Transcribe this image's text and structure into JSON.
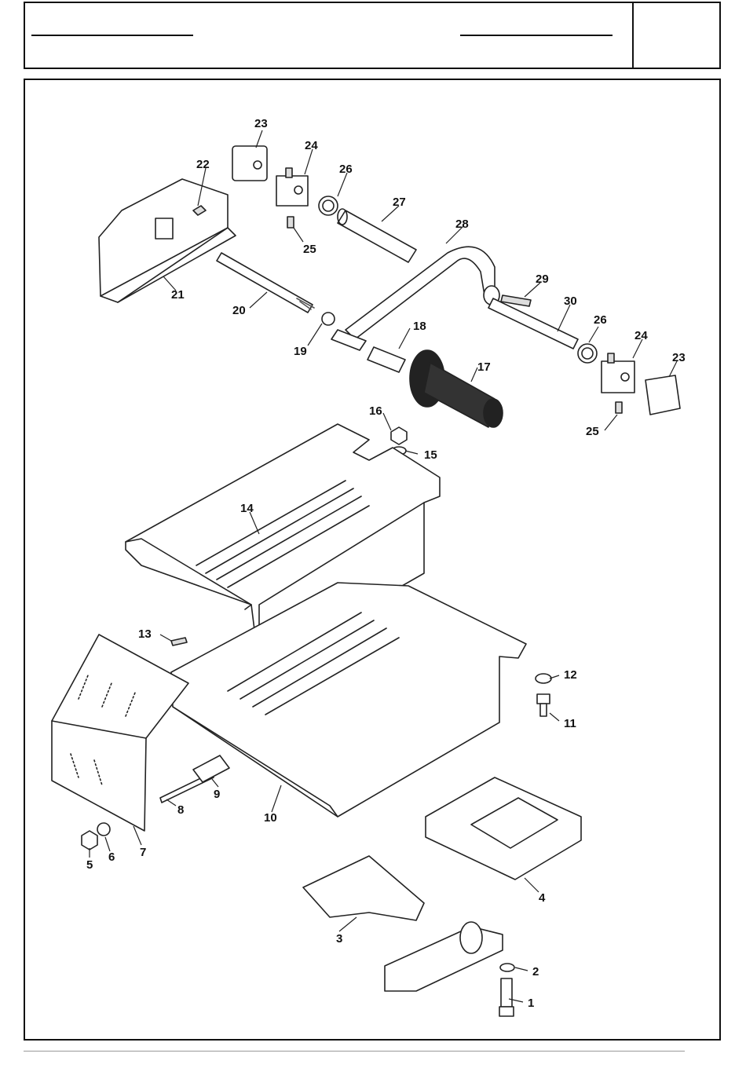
{
  "header": {
    "left_field": "",
    "right_field": "",
    "page_box": ""
  },
  "parts": [
    {
      "n": "1"
    },
    {
      "n": "2"
    },
    {
      "n": "3"
    },
    {
      "n": "4"
    },
    {
      "n": "5"
    },
    {
      "n": "6"
    },
    {
      "n": "7"
    },
    {
      "n": "8"
    },
    {
      "n": "9"
    },
    {
      "n": "10"
    },
    {
      "n": "11"
    },
    {
      "n": "12"
    },
    {
      "n": "13"
    },
    {
      "n": "14"
    },
    {
      "n": "15"
    },
    {
      "n": "16"
    },
    {
      "n": "17"
    },
    {
      "n": "18"
    },
    {
      "n": "19"
    },
    {
      "n": "20"
    },
    {
      "n": "21"
    },
    {
      "n": "22"
    },
    {
      "n": "23"
    },
    {
      "n": "24"
    },
    {
      "n": "25"
    },
    {
      "n": "26"
    },
    {
      "n": "27"
    },
    {
      "n": "28"
    },
    {
      "n": "29"
    },
    {
      "n": "30"
    }
  ],
  "callouts": [
    {
      "n": "1"
    },
    {
      "n": "2"
    },
    {
      "n": "3"
    },
    {
      "n": "4"
    },
    {
      "n": "5"
    },
    {
      "n": "6"
    },
    {
      "n": "7"
    },
    {
      "n": "8"
    },
    {
      "n": "9"
    },
    {
      "n": "10"
    },
    {
      "n": "11"
    },
    {
      "n": "12"
    },
    {
      "n": "13"
    },
    {
      "n": "14"
    },
    {
      "n": "15"
    },
    {
      "n": "16"
    },
    {
      "n": "17"
    },
    {
      "n": "18"
    },
    {
      "n": "19"
    },
    {
      "n": "20"
    },
    {
      "n": "21"
    },
    {
      "n": "22"
    },
    {
      "n": "23"
    },
    {
      "n": "24"
    },
    {
      "n": "25"
    },
    {
      "n": "26"
    },
    {
      "n": "27"
    },
    {
      "n": "28"
    },
    {
      "n": "29"
    },
    {
      "n": "30"
    },
    {
      "n": "23"
    },
    {
      "n": "24"
    },
    {
      "n": "25"
    },
    {
      "n": "26"
    }
  ]
}
